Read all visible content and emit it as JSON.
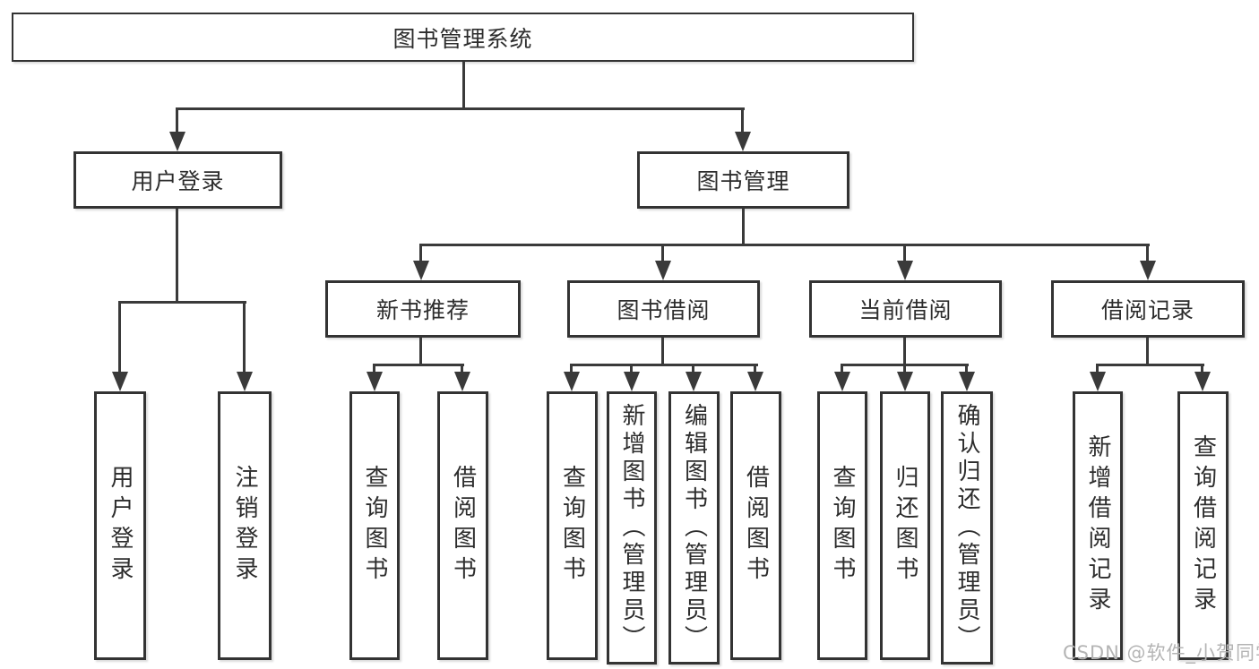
{
  "tree": {
    "root": {
      "label": "图书管理系统"
    },
    "branches": [
      {
        "label": "用户登录",
        "leaves": [
          "用户登录",
          "注销登录"
        ]
      },
      {
        "label": "图书管理",
        "groups": [
          {
            "label": "新书推荐",
            "leaves": [
              "查询图书",
              "借阅图书"
            ]
          },
          {
            "label": "图书借阅",
            "leaves": [
              "查询图书",
              "新增图书（管理员）",
              "编辑图书（管理员）",
              "借阅图书"
            ]
          },
          {
            "label": "当前借阅",
            "leaves": [
              "查询图书",
              "归还图书",
              "确认归还（管理员）"
            ]
          },
          {
            "label": "借阅记录",
            "leaves": [
              "新增借阅记录",
              "查询借阅记录"
            ]
          }
        ]
      }
    ]
  },
  "watermark": {
    "text": "CSDN @软件_小贺同学"
  },
  "colors": {
    "line": "#3a3a3a",
    "box_border": "#333333",
    "text": "#2d2d2d",
    "watermark": "#b4b4b4",
    "background": "#ffffff"
  }
}
